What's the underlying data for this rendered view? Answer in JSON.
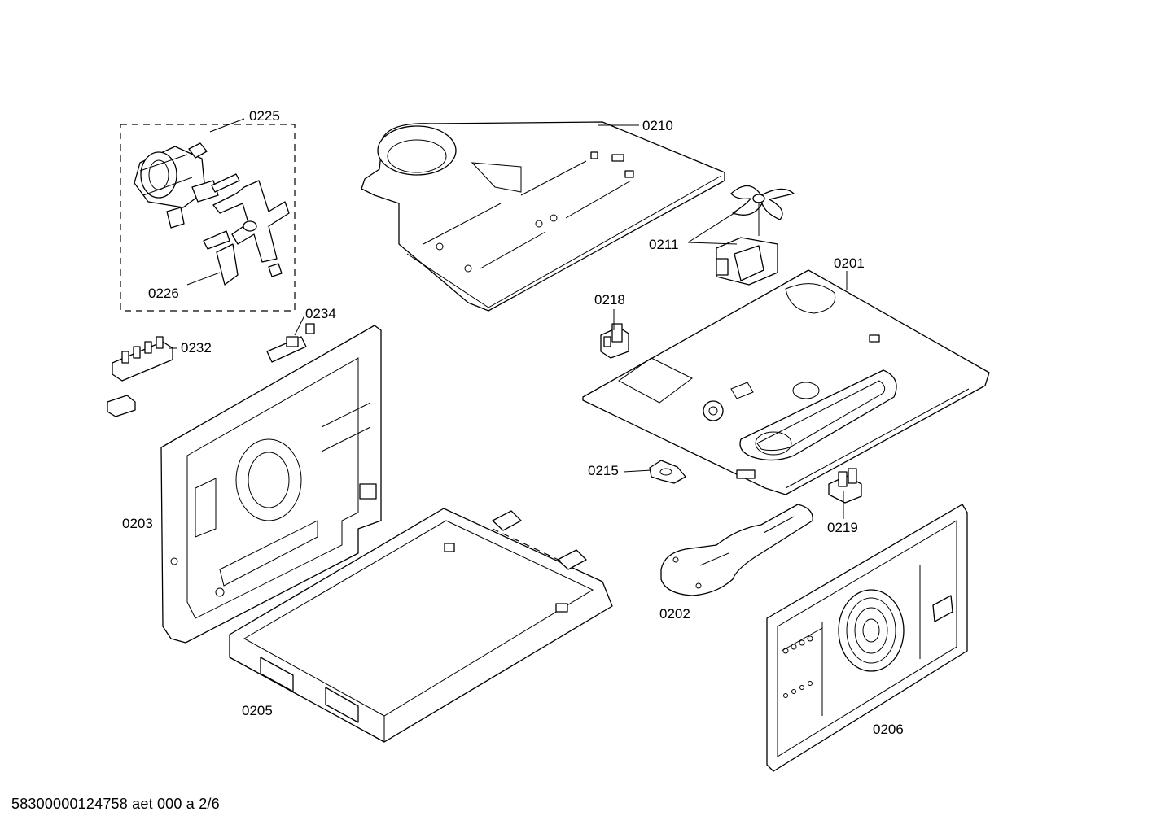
{
  "parts": [
    {
      "id": "0225"
    },
    {
      "id": "0226"
    },
    {
      "id": "0210"
    },
    {
      "id": "0211"
    },
    {
      "id": "0201"
    },
    {
      "id": "0218"
    },
    {
      "id": "0234"
    },
    {
      "id": "0232"
    },
    {
      "id": "0203"
    },
    {
      "id": "0215"
    },
    {
      "id": "0219"
    },
    {
      "id": "0202"
    },
    {
      "id": "0205"
    },
    {
      "id": "0206"
    }
  ],
  "footer": "58300000124758 aet 000 a 2/6"
}
